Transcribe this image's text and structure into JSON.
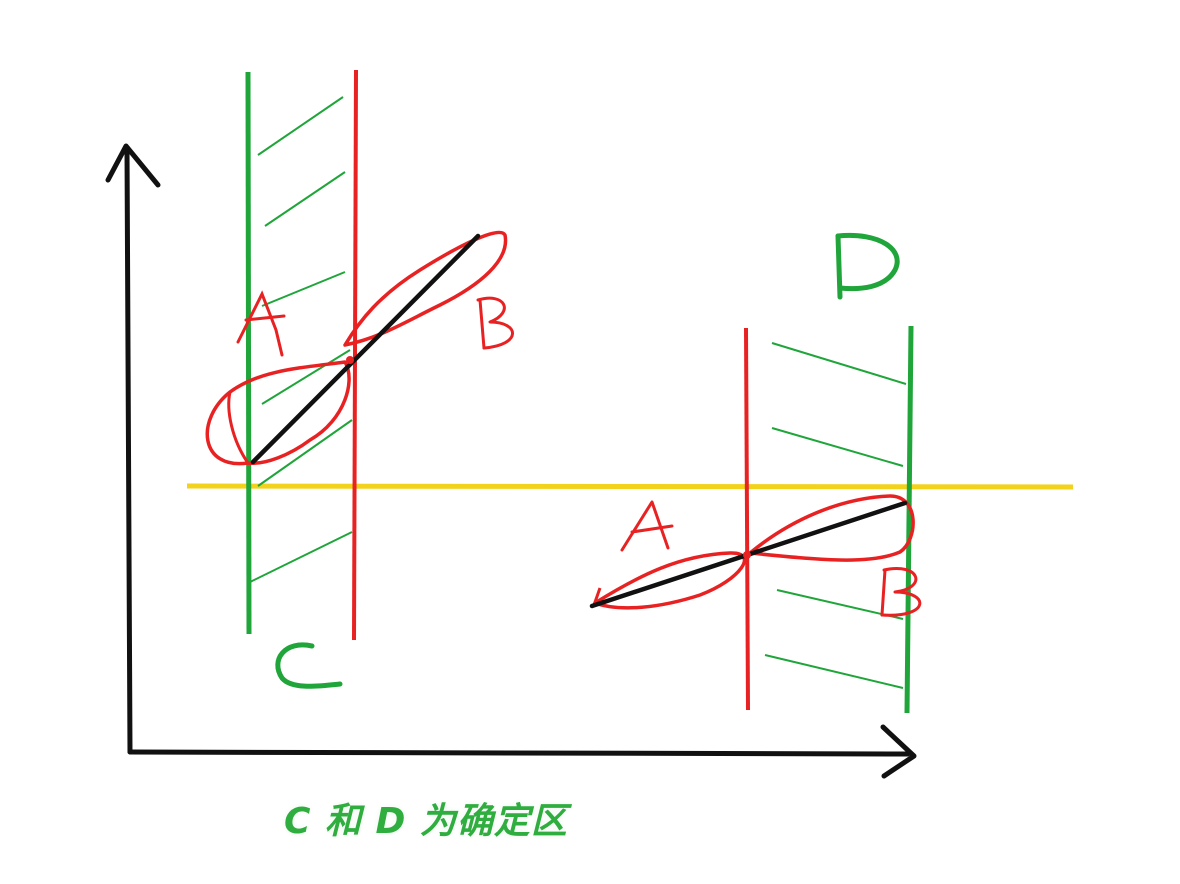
{
  "colors": {
    "axis": "#111111",
    "green": "#1fa53a",
    "red": "#e82222",
    "yellow": "#f2d21a",
    "black_line": "#111111",
    "caption": "#2fae3f"
  },
  "labels": {
    "left_A": "A",
    "left_B": "B",
    "zone_C": "C",
    "zone_D": "D",
    "right_A": "A",
    "right_B": "B"
  },
  "caption": "C 和 D 为确定区"
}
